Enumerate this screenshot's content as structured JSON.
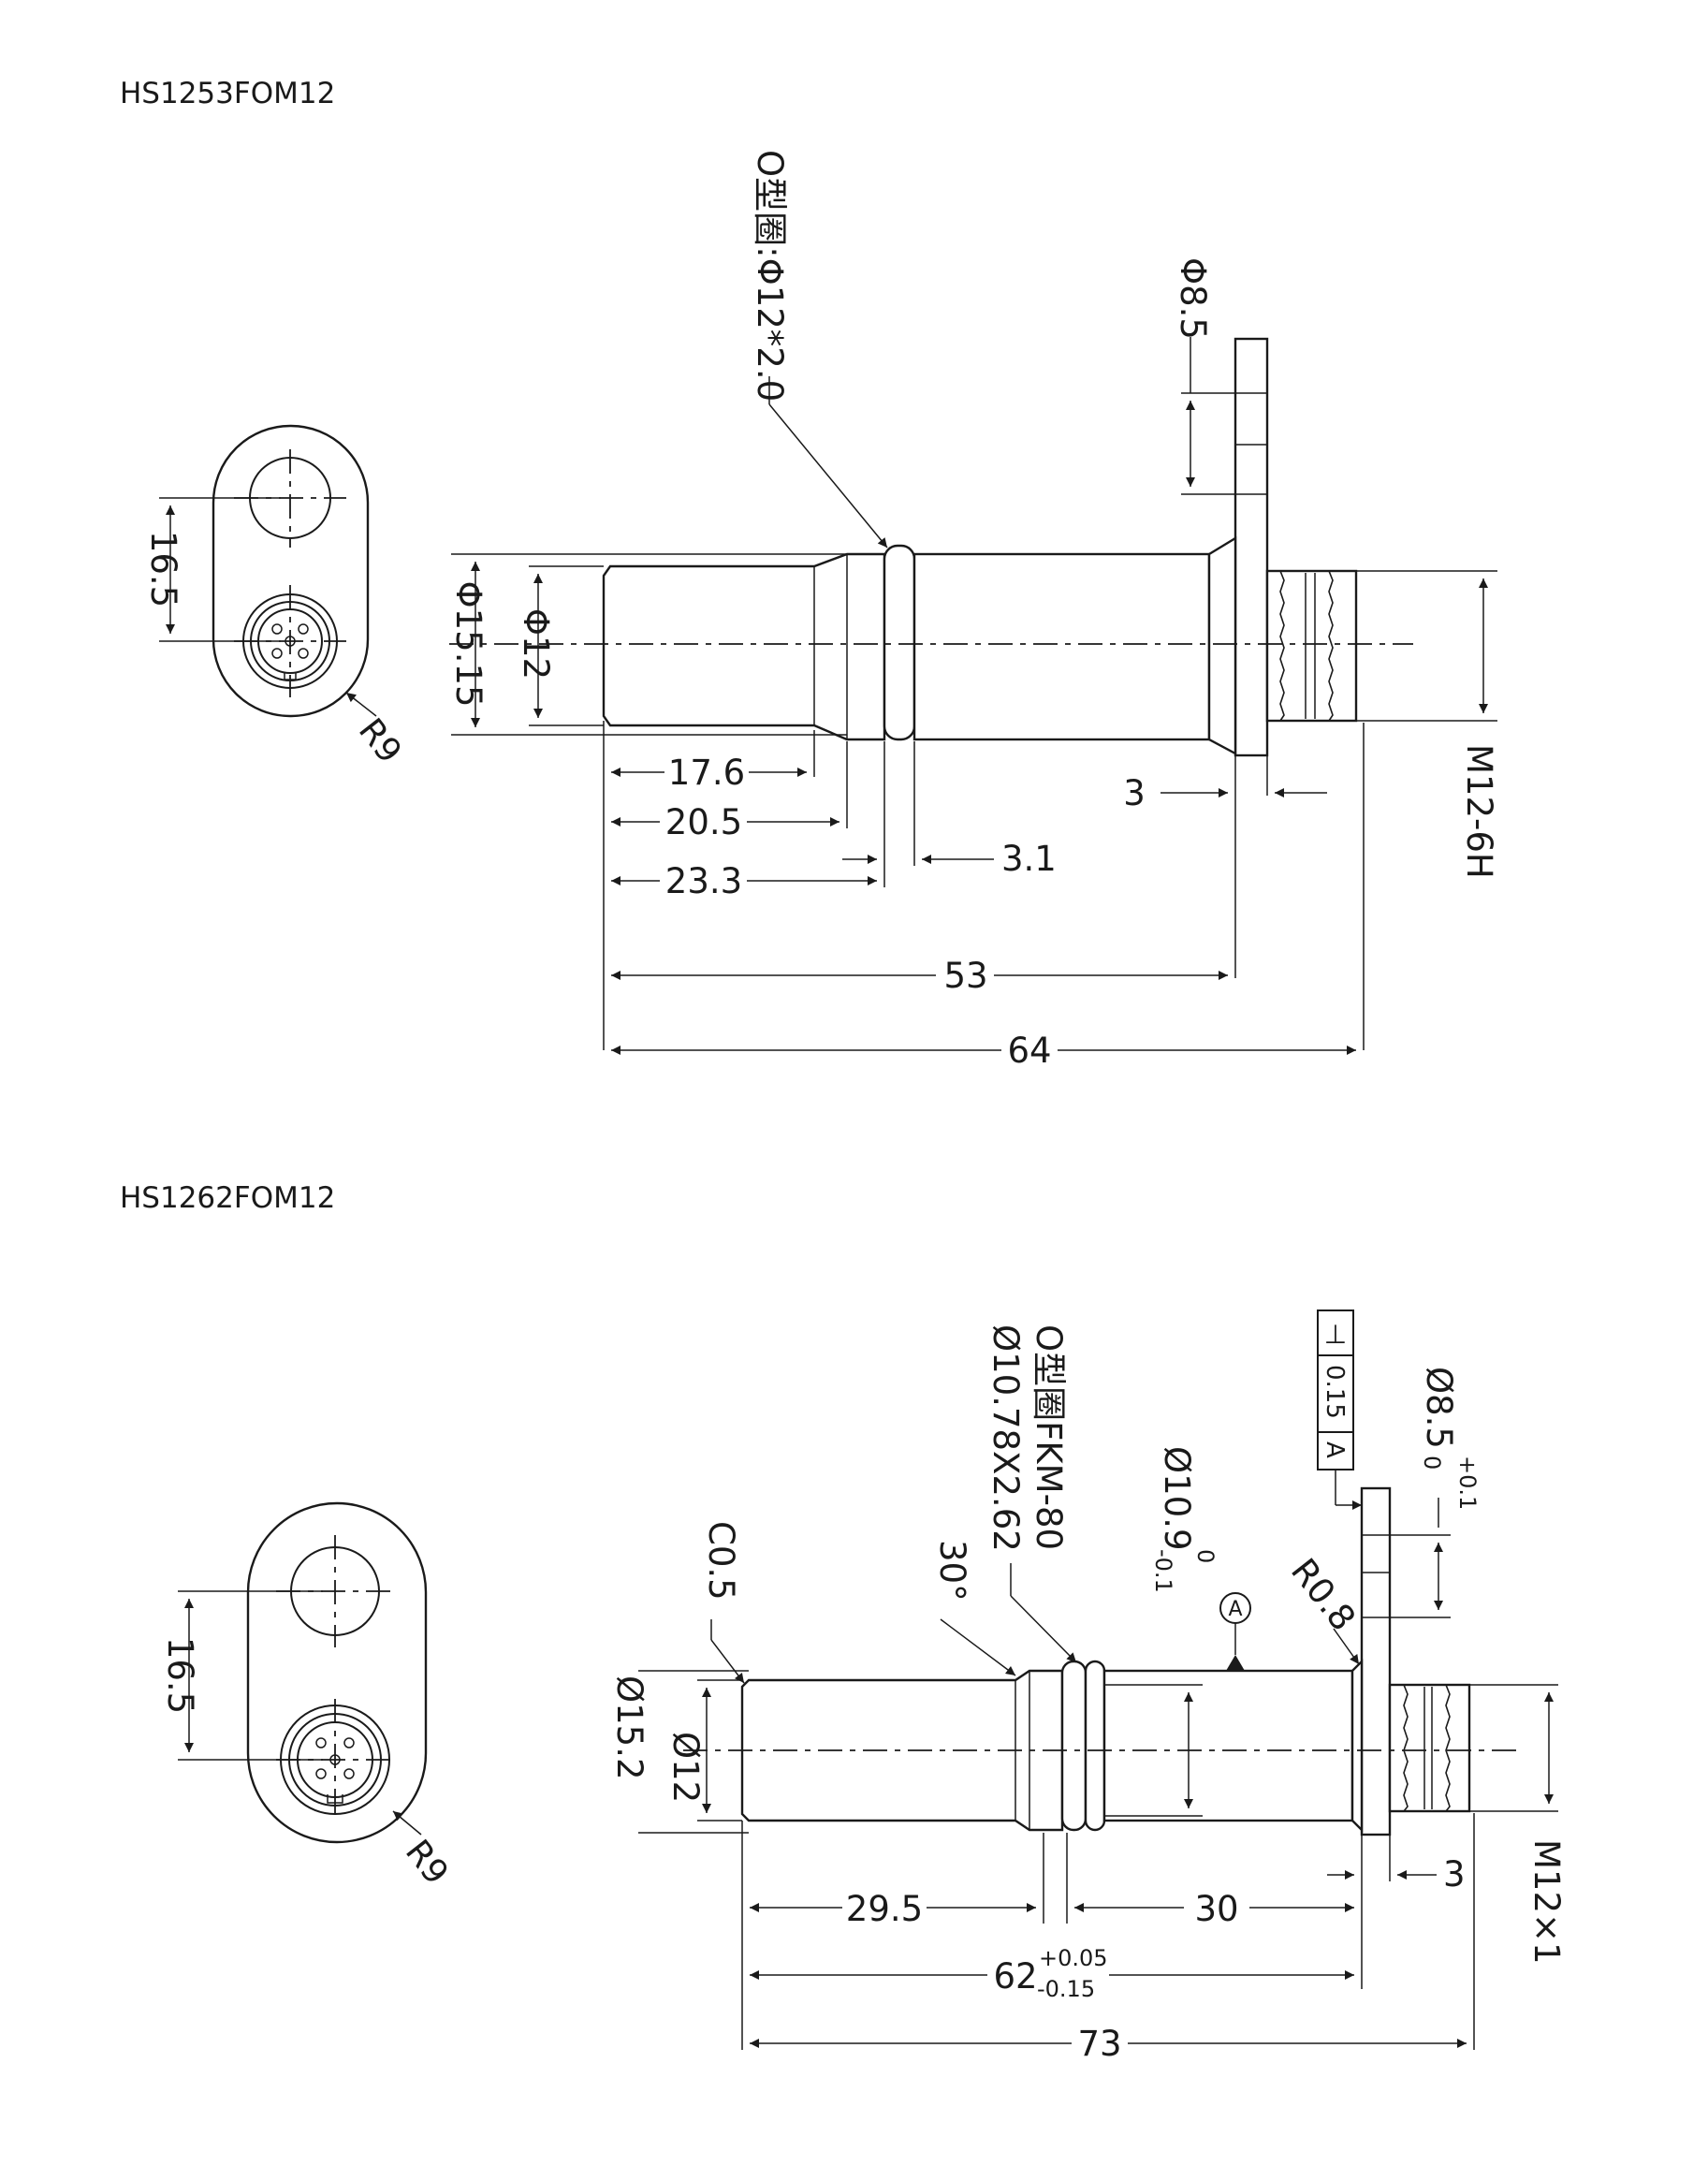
{
  "drawing_1": {
    "part_number": "HS1253FOM12",
    "callouts": {
      "oring": "O型圈:Φ12*2.0",
      "flange_hole": "Φ8.5",
      "outer_dia": "Φ15.15",
      "inner_dia": "Φ12",
      "hole_spacing": "16.5",
      "radius": "R9",
      "thread": "M12-6H"
    },
    "lengths": {
      "d1": "17.6",
      "d2": "20.5",
      "d3": "23.3",
      "groove": "3.1",
      "flange": "3",
      "body": "53",
      "overall": "64"
    }
  },
  "drawing_2": {
    "part_number": "HS1262FOM12",
    "callouts": {
      "oring_line1": "O型圈FKM-80",
      "oring_line2": "Ø10.78X2.62",
      "chamfer": "C0.5",
      "angle": "30°",
      "groove_dia": "Ø10.9",
      "groove_tol_upper": "0",
      "groove_tol_lower": "-0.1",
      "fillet": "R0.8",
      "datum": "A",
      "flange_hole": "Ø8.5",
      "flange_hole_tol_upper": "+0.1",
      "flange_hole_tol_lower": "0",
      "outer_dia": "Ø15.2",
      "inner_dia": "Ø12",
      "hole_spacing": "16.5",
      "radius": "R9",
      "thread": "M12×1",
      "flange": "3"
    },
    "gdt": {
      "symbol": "⊥",
      "tolerance": "0.15",
      "datum": "A"
    },
    "lengths": {
      "d1": "29.5",
      "d2": "30",
      "body": "62",
      "body_tol_upper": "+0.05",
      "body_tol_lower": "-0.15",
      "overall": "73"
    }
  }
}
